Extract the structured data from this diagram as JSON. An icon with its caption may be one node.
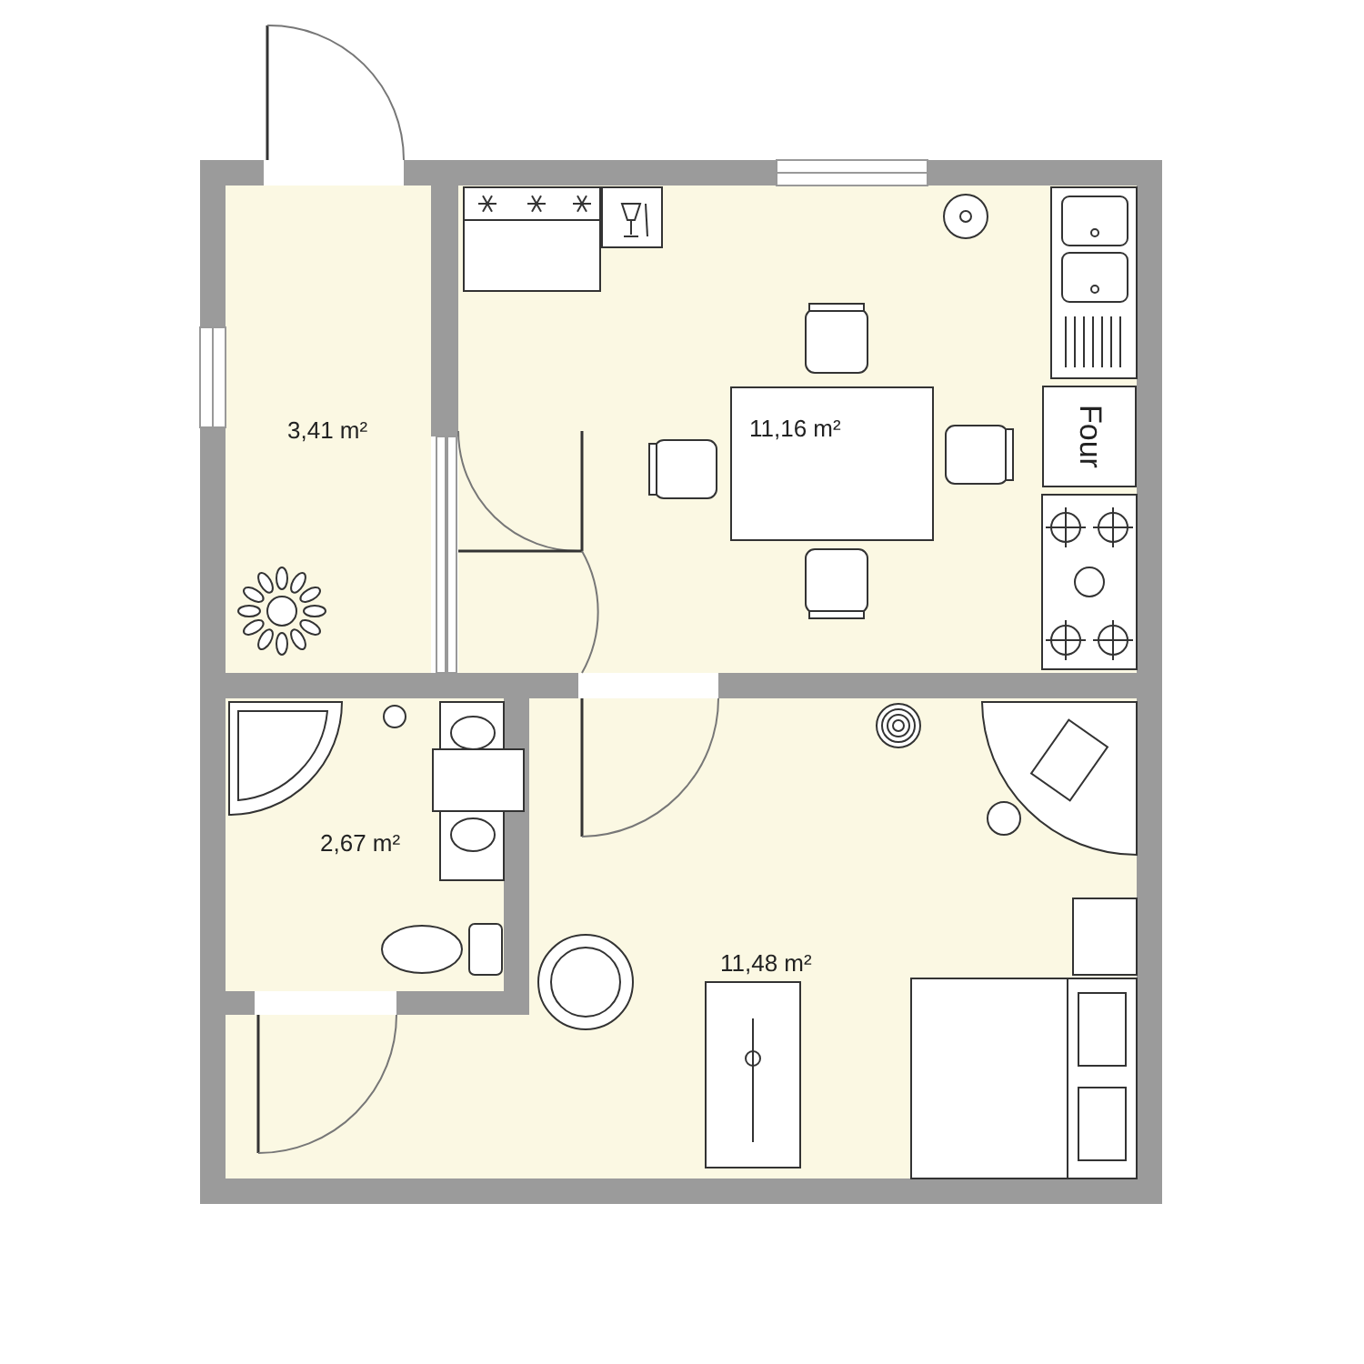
{
  "diagram": {
    "nodes": [
      {
        "text": [
          "3,41 m²"
        ]
      },
      {
        "text": [
          "11,16 m²"
        ]
      },
      {
        "text": [
          "Four"
        ],
        "in": 1
      },
      {
        "text": [
          "2,67 m²"
        ]
      },
      {
        "text": [
          "11,48 m²"
        ]
      }
    ]
  }
}
